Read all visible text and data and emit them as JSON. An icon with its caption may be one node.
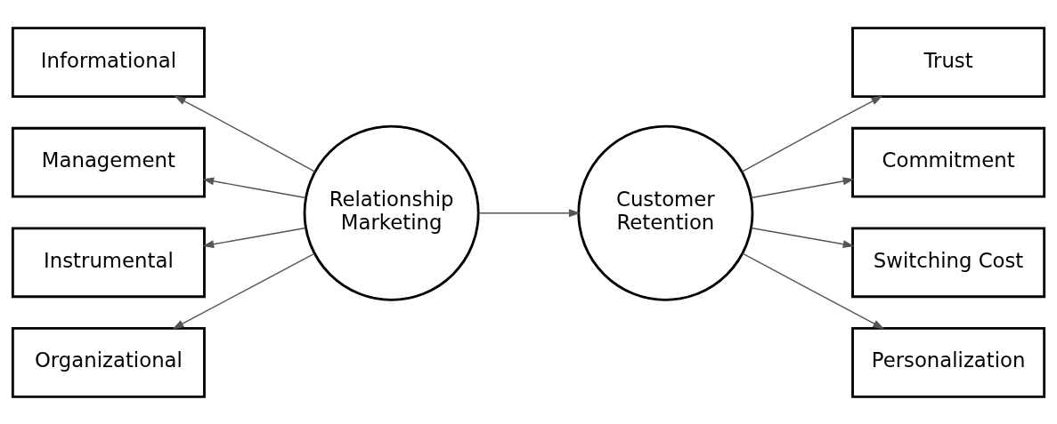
{
  "diagram": {
    "nodes": [
      {
        "text": [
          "Informational"
        ]
      },
      {
        "text": [
          "Management"
        ]
      },
      {
        "text": [
          "Instrumental"
        ]
      },
      {
        "text": [
          "Organizational"
        ]
      },
      {
        "text": [
          "Relationship Marketing"
        ]
      },
      {
        "text": [
          "Customer Retention"
        ]
      },
      {
        "text": [
          "Trust"
        ]
      },
      {
        "text": [
          "Commitment"
        ]
      },
      {
        "text": [
          "Switching Cost"
        ]
      },
      {
        "text": [
          "Personalization"
        ]
      }
    ],
    "edges": [
      {
        "from": 4,
        "to": 0,
        "arrow": "to"
      },
      {
        "from": 4,
        "to": 1,
        "arrow": "to"
      },
      {
        "from": 4,
        "to": 2,
        "arrow": "to"
      },
      {
        "from": 4,
        "to": 3,
        "arrow": "to"
      },
      {
        "from": 4,
        "to": 5,
        "arrow": "to"
      },
      {
        "from": 5,
        "to": 6,
        "arrow": "to"
      },
      {
        "from": 5,
        "to": 7,
        "arrow": "to"
      },
      {
        "from": 5,
        "to": 8,
        "arrow": "to"
      },
      {
        "from": 5,
        "to": 9,
        "arrow": "to"
      }
    ]
  }
}
